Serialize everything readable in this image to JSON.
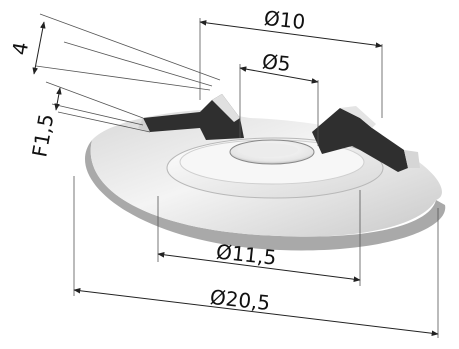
{
  "dimensions": {
    "outer_diameter": "Ø20,5",
    "d_11_5": "Ø11,5",
    "d_10": "Ø10",
    "d_5": "Ø5",
    "height": "4",
    "thickness": "F1,5"
  },
  "colors": {
    "body_light": "#f2f2f2",
    "body_shadow": "#b5b5b5",
    "section_fill": "#2f2f2f",
    "dimension_line": "#222222"
  }
}
